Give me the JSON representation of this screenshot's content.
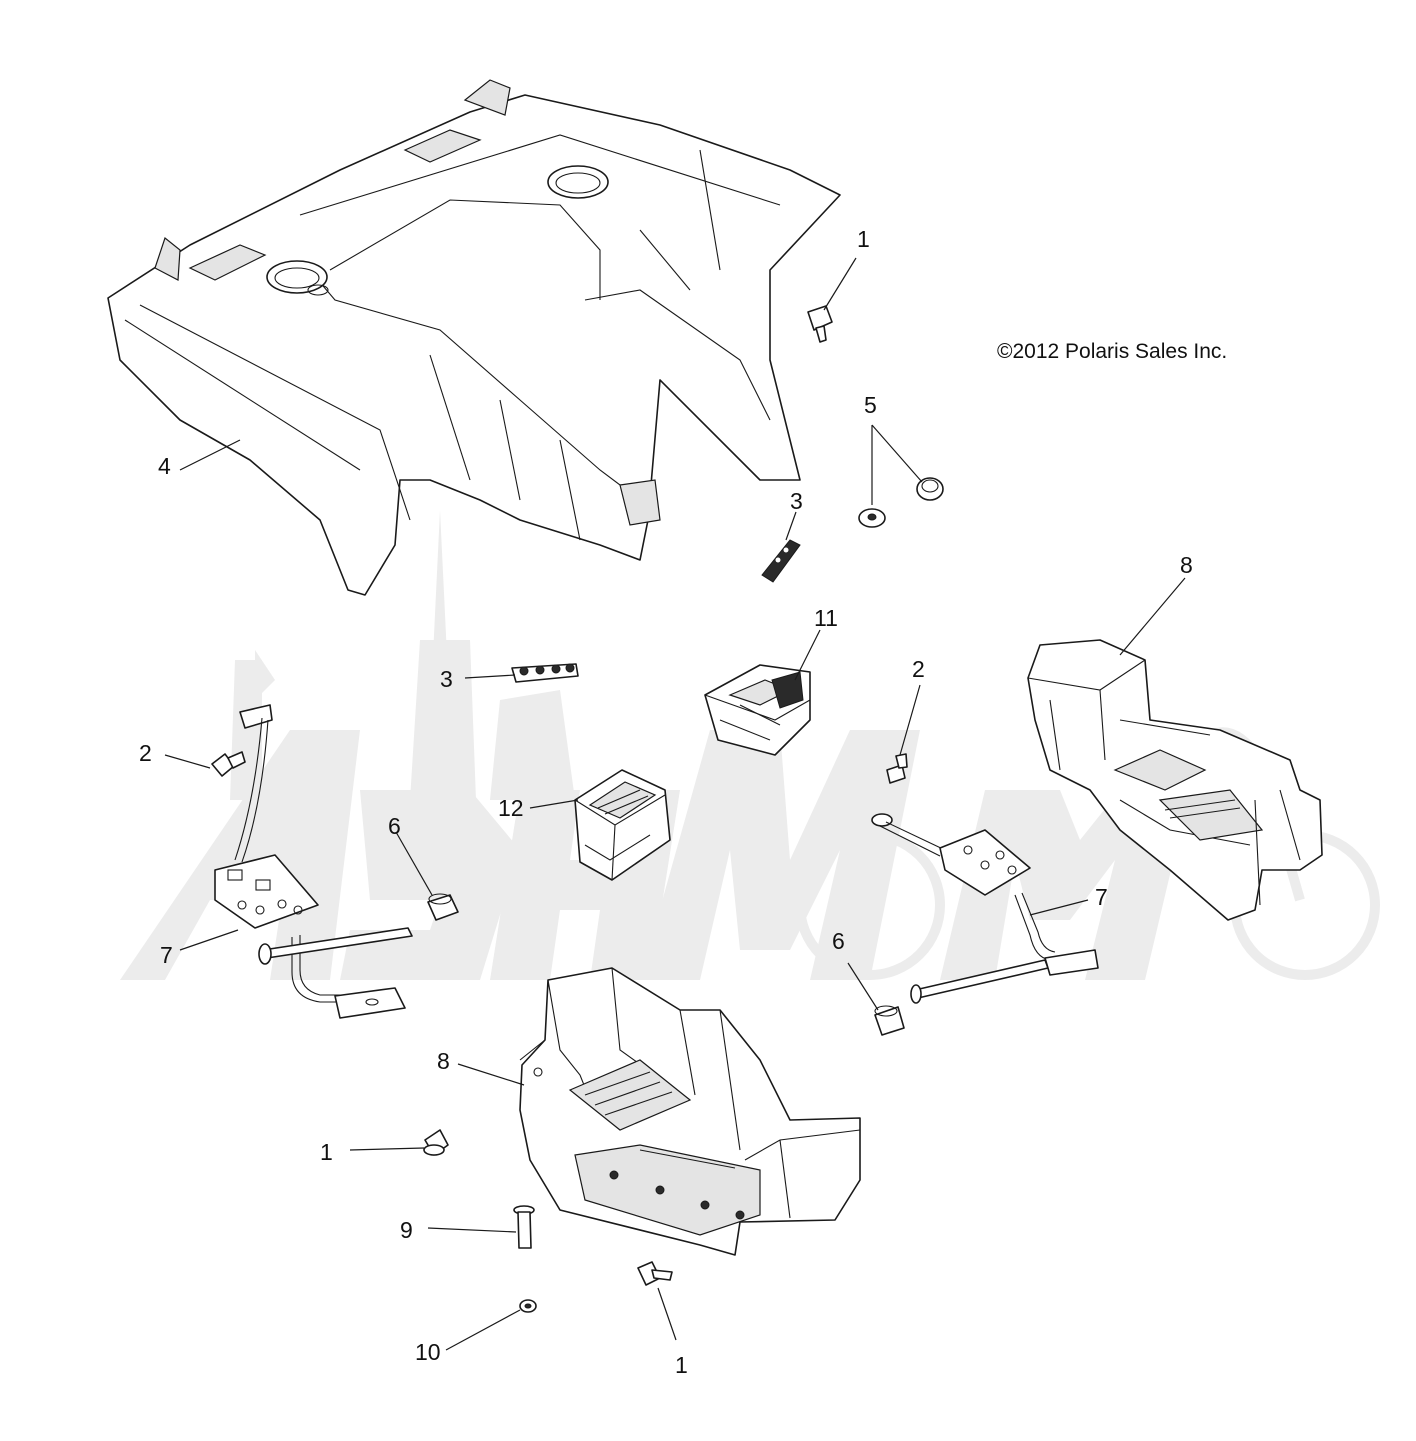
{
  "diagram": {
    "copyright": "©2012 Polaris Sales Inc.",
    "callouts": [
      "1",
      "1",
      "1",
      "2",
      "2",
      "3",
      "3",
      "4",
      "5",
      "6",
      "6",
      "7",
      "7",
      "8",
      "8",
      "9",
      "10",
      "11",
      "12"
    ],
    "colors": {
      "line": "#1a1a1a",
      "watermark": "#ececec",
      "background": "#ffffff"
    }
  }
}
